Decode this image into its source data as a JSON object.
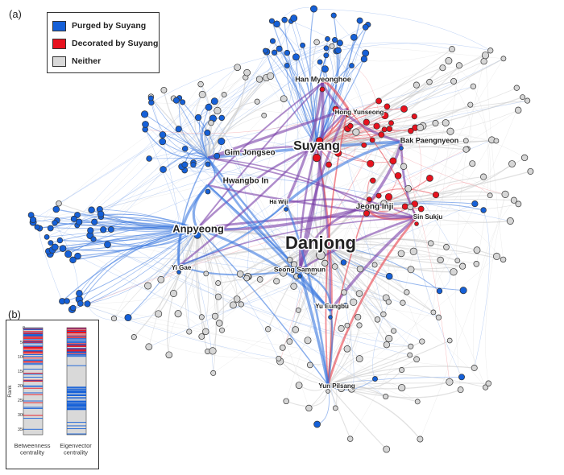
{
  "panels": {
    "a": "(a)",
    "b": "(b)"
  },
  "legend": [
    {
      "label": "Purged by Suyang",
      "color": "#1560d8"
    },
    {
      "label": "Decorated by Suyang",
      "color": "#e8121e"
    },
    {
      "label": "Neither",
      "color": "#d9d9d9"
    }
  ],
  "colors": {
    "purged": "#1560d8",
    "decorated": "#e8121e",
    "neither": "#d6d6d6",
    "purged_edge": "#3b78e0",
    "decorated_edge": "#e8404a",
    "neither_edge": "#c8c8c8",
    "mixed_edge": "#7a3fa8"
  },
  "hubs": [
    {
      "name": "Danjong",
      "group": "neither",
      "size": "xlarge"
    },
    {
      "name": "Suyang",
      "group": "decorated",
      "size": "large"
    },
    {
      "name": "Anpyeong",
      "group": "purged",
      "size": "large"
    },
    {
      "name": "Gim Jongseo",
      "group": "purged",
      "size": "medium"
    },
    {
      "name": "Hwangbo In",
      "group": "purged",
      "size": "medium"
    },
    {
      "name": "Jeong Inji",
      "group": "decorated",
      "size": "medium"
    },
    {
      "name": "Han Myeonghoe",
      "group": "decorated",
      "size": "small"
    },
    {
      "name": "Hong Yunseong",
      "group": "decorated",
      "size": "small"
    },
    {
      "name": "Bak Paengnyeon",
      "group": "purged",
      "size": "small"
    },
    {
      "name": "Sin Sukju",
      "group": "decorated",
      "size": "small"
    },
    {
      "name": "Ha Wiji",
      "group": "purged",
      "size": "small"
    },
    {
      "name": "Seong Sammun",
      "group": "purged",
      "size": "small"
    },
    {
      "name": "Yi Gae",
      "group": "purged",
      "size": "small"
    },
    {
      "name": "Yu Eungbu",
      "group": "purged",
      "size": "small"
    },
    {
      "name": "Yun Pilsang",
      "group": "neither",
      "size": "small"
    }
  ],
  "inset": {
    "y_axis_label": "Rank",
    "ticks": [
      "0",
      "50",
      "100",
      "150",
      "200",
      "250",
      "300",
      "350"
    ],
    "columns": [
      {
        "label": "Betweenness\ncentrality"
      },
      {
        "label": "Eigenvector\ncentrality"
      }
    ]
  }
}
